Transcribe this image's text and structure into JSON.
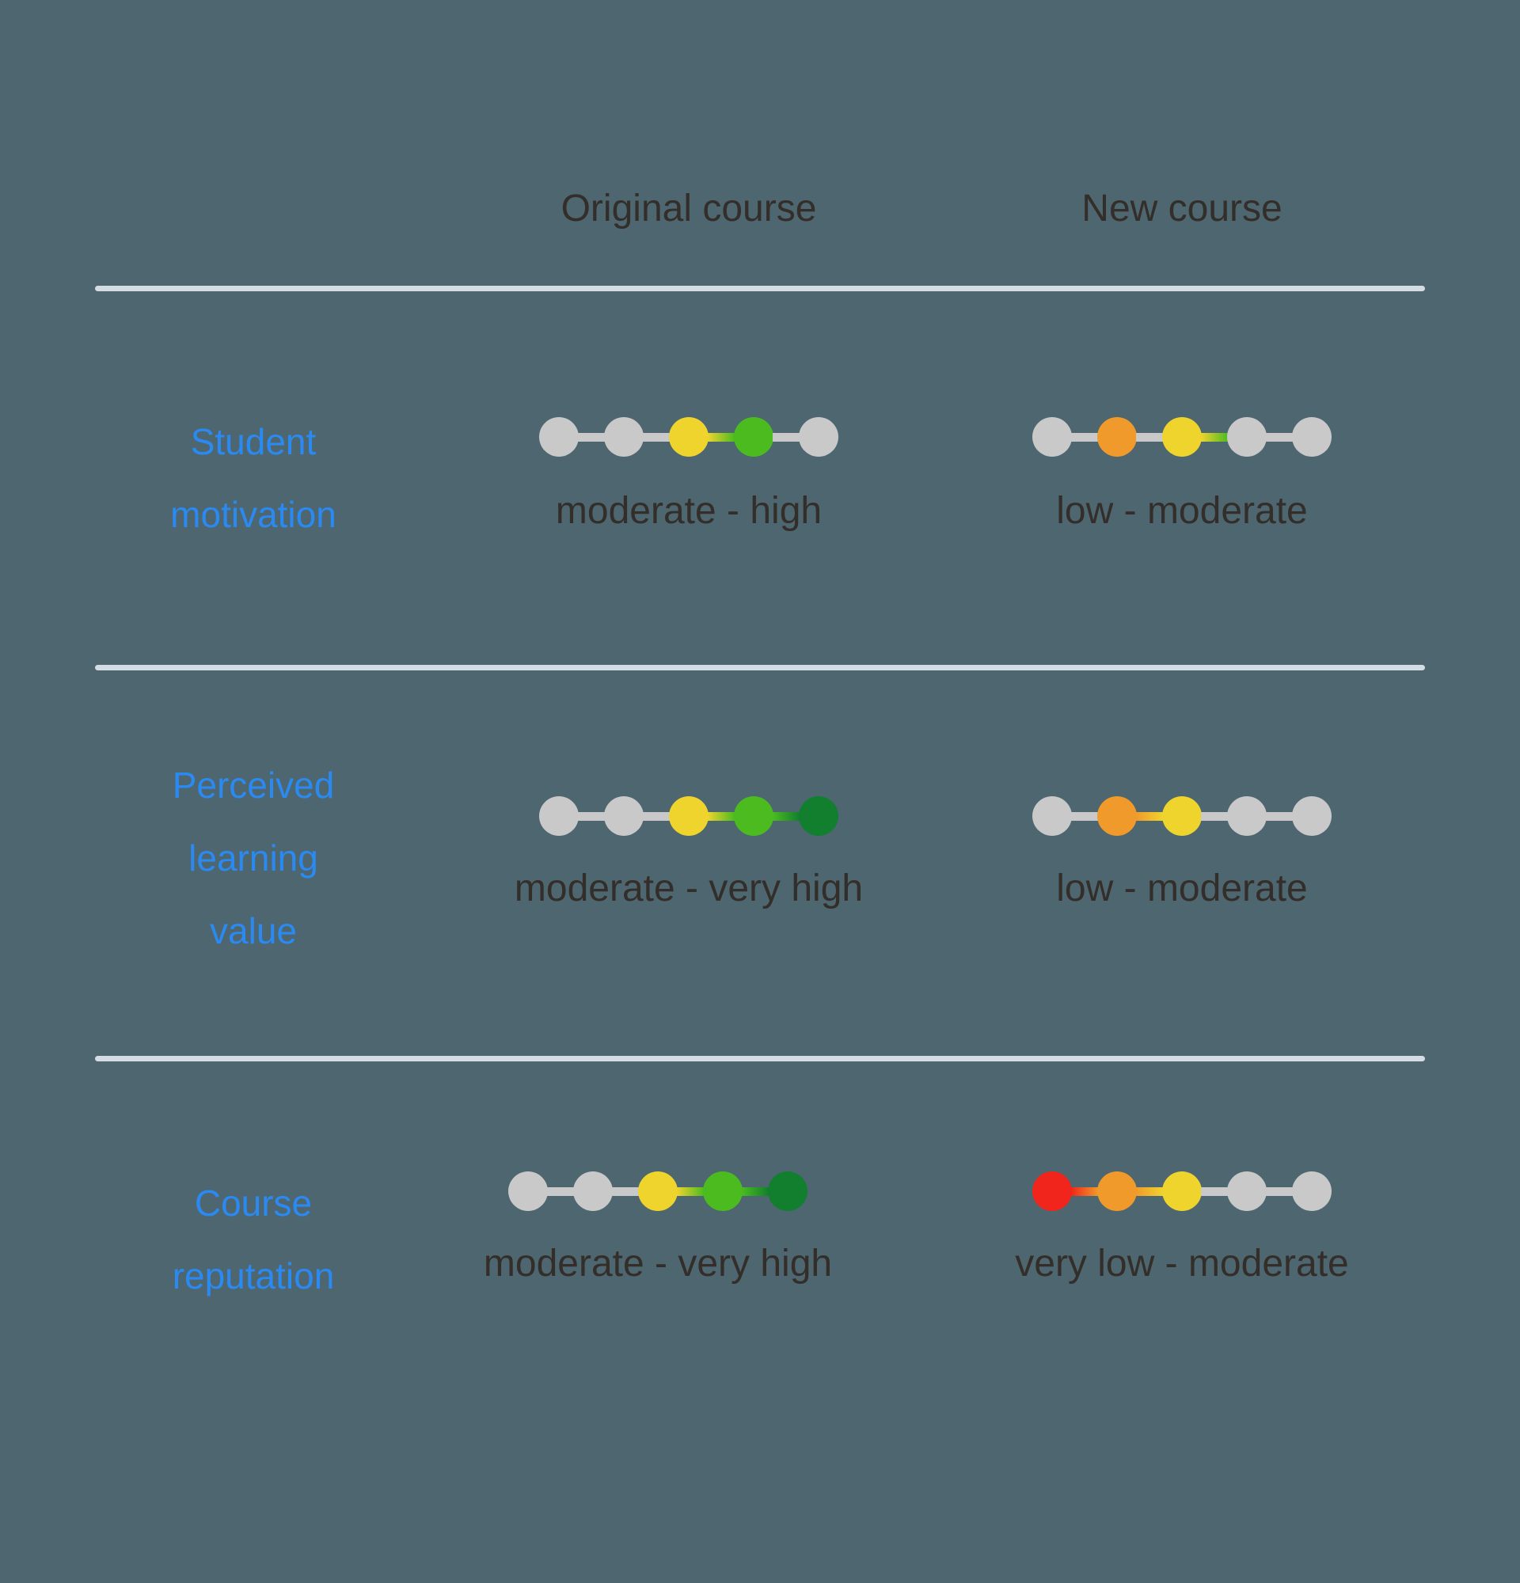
{
  "background_color": "#4d6670",
  "divider_color": "#d4dde6",
  "text_color": "#332e29",
  "label_color": "#2b8af2",
  "colors": {
    "gray": "#c9c9c9",
    "red": "#f1251b",
    "orange": "#f09a2b",
    "yellow": "#efd42d",
    "green": "#4cbb20",
    "dark_green": "#117f2e"
  },
  "header": {
    "col1": "Original course",
    "col2": "New course"
  },
  "rows": [
    {
      "label": "Student motivation",
      "label_lines": [
        "Student",
        "motivation"
      ],
      "original": {
        "rating": "moderate - high",
        "dots": [
          "gray",
          "gray",
          "yellow",
          "green",
          "gray"
        ],
        "segments": [
          "gray",
          "gray",
          "yellow>green",
          "gray"
        ]
      },
      "new": {
        "rating": "low - moderate",
        "dots": [
          "gray",
          "orange",
          "yellow",
          "gray",
          "gray"
        ],
        "segments": [
          "gray",
          "gray",
          "yellow>green",
          "gray"
        ]
      }
    },
    {
      "label": "Perceived learning value",
      "label_lines": [
        "Perceived",
        "learning",
        "value"
      ],
      "original": {
        "rating": "moderate - very high",
        "dots": [
          "gray",
          "gray",
          "yellow",
          "green",
          "dark_green"
        ],
        "segments": [
          "gray",
          "gray",
          "yellow>green",
          "green>dark_green"
        ]
      },
      "new": {
        "rating": "low - moderate",
        "dots": [
          "gray",
          "orange",
          "yellow",
          "gray",
          "gray"
        ],
        "segments": [
          "gray",
          "orange>yellow",
          "gray",
          "gray"
        ]
      }
    },
    {
      "label": "Course reputation",
      "label_lines": [
        "Course",
        "reputation"
      ],
      "original": {
        "rating": "moderate - very high",
        "dots": [
          "gray",
          "gray",
          "yellow",
          "green",
          "dark_green"
        ],
        "segments": [
          "gray",
          "gray",
          "yellow>green",
          "green>dark_green"
        ]
      },
      "new": {
        "rating": "very low - moderate",
        "dots": [
          "red",
          "orange",
          "yellow",
          "gray",
          "gray"
        ],
        "segments": [
          "red>orange",
          "orange>yellow",
          "gray",
          "gray"
        ]
      }
    }
  ],
  "chart_data": {
    "type": "table",
    "title": "",
    "scale": [
      "very low",
      "low",
      "moderate",
      "high",
      "very high"
    ],
    "categories": [
      "Student motivation",
      "Perceived learning value",
      "Course reputation"
    ],
    "series": [
      {
        "name": "Original course",
        "values": [
          "moderate - high",
          "moderate - very high",
          "moderate - very high"
        ],
        "scale_positions": [
          [
            3,
            4
          ],
          [
            3,
            5
          ],
          [
            3,
            5
          ]
        ]
      },
      {
        "name": "New course",
        "values": [
          "low - moderate",
          "low - moderate",
          "very low - moderate"
        ],
        "scale_positions": [
          [
            2,
            3
          ],
          [
            2,
            3
          ],
          [
            1,
            3
          ]
        ]
      }
    ],
    "legend_position": "top",
    "grid": false
  }
}
